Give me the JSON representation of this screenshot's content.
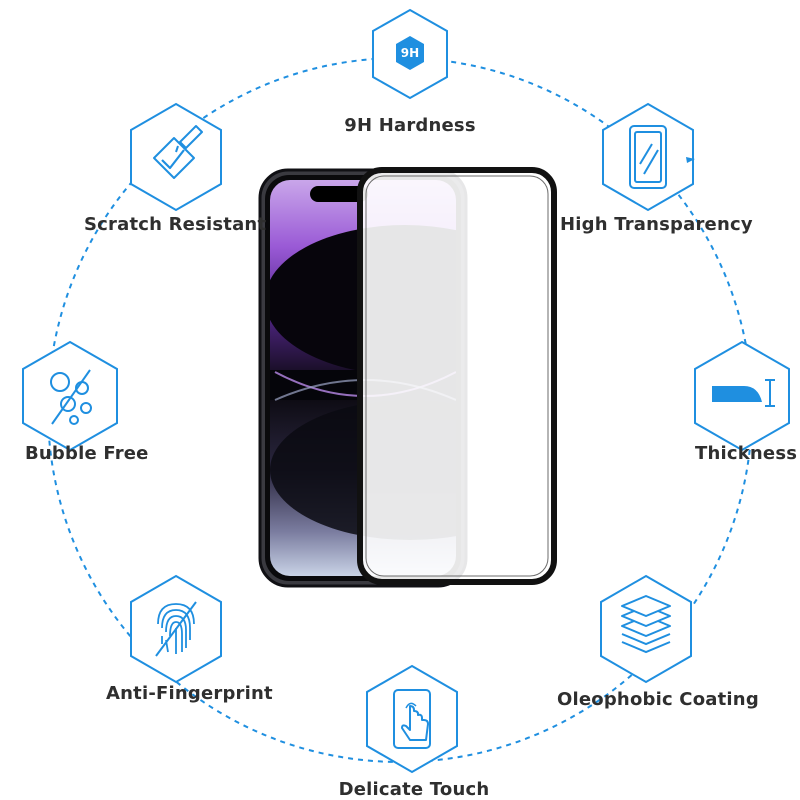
{
  "colors": {
    "accent": "#1f8fe0",
    "hex_fill": "#ffffff",
    "label": "#2f2f2f",
    "ring": "#1f8fe0",
    "phone_frame": "#1a1a1a",
    "screen_purple": "#8a48d8"
  },
  "features": [
    {
      "id": "hardness",
      "label": "9H Hardness",
      "icon": "9h-badge-icon"
    },
    {
      "id": "transparency",
      "label": "High Transparency",
      "icon": "phone-glass-icon"
    },
    {
      "id": "thickness",
      "label": "Thickness",
      "icon": "thickness-profile-icon"
    },
    {
      "id": "oleophobic",
      "label": "Oleophobic Coating",
      "icon": "layers-icon"
    },
    {
      "id": "touch",
      "label": "Delicate Touch",
      "icon": "touch-hand-icon"
    },
    {
      "id": "fingerprint",
      "label": "Anti-Fingerprint",
      "icon": "fingerprint-icon"
    },
    {
      "id": "bubble",
      "label": "Bubble Free",
      "icon": "bubbles-icon"
    },
    {
      "id": "scratch",
      "label": "Scratch Resistant",
      "icon": "scratch-pen-icon"
    }
  ],
  "badge_text": "9H"
}
